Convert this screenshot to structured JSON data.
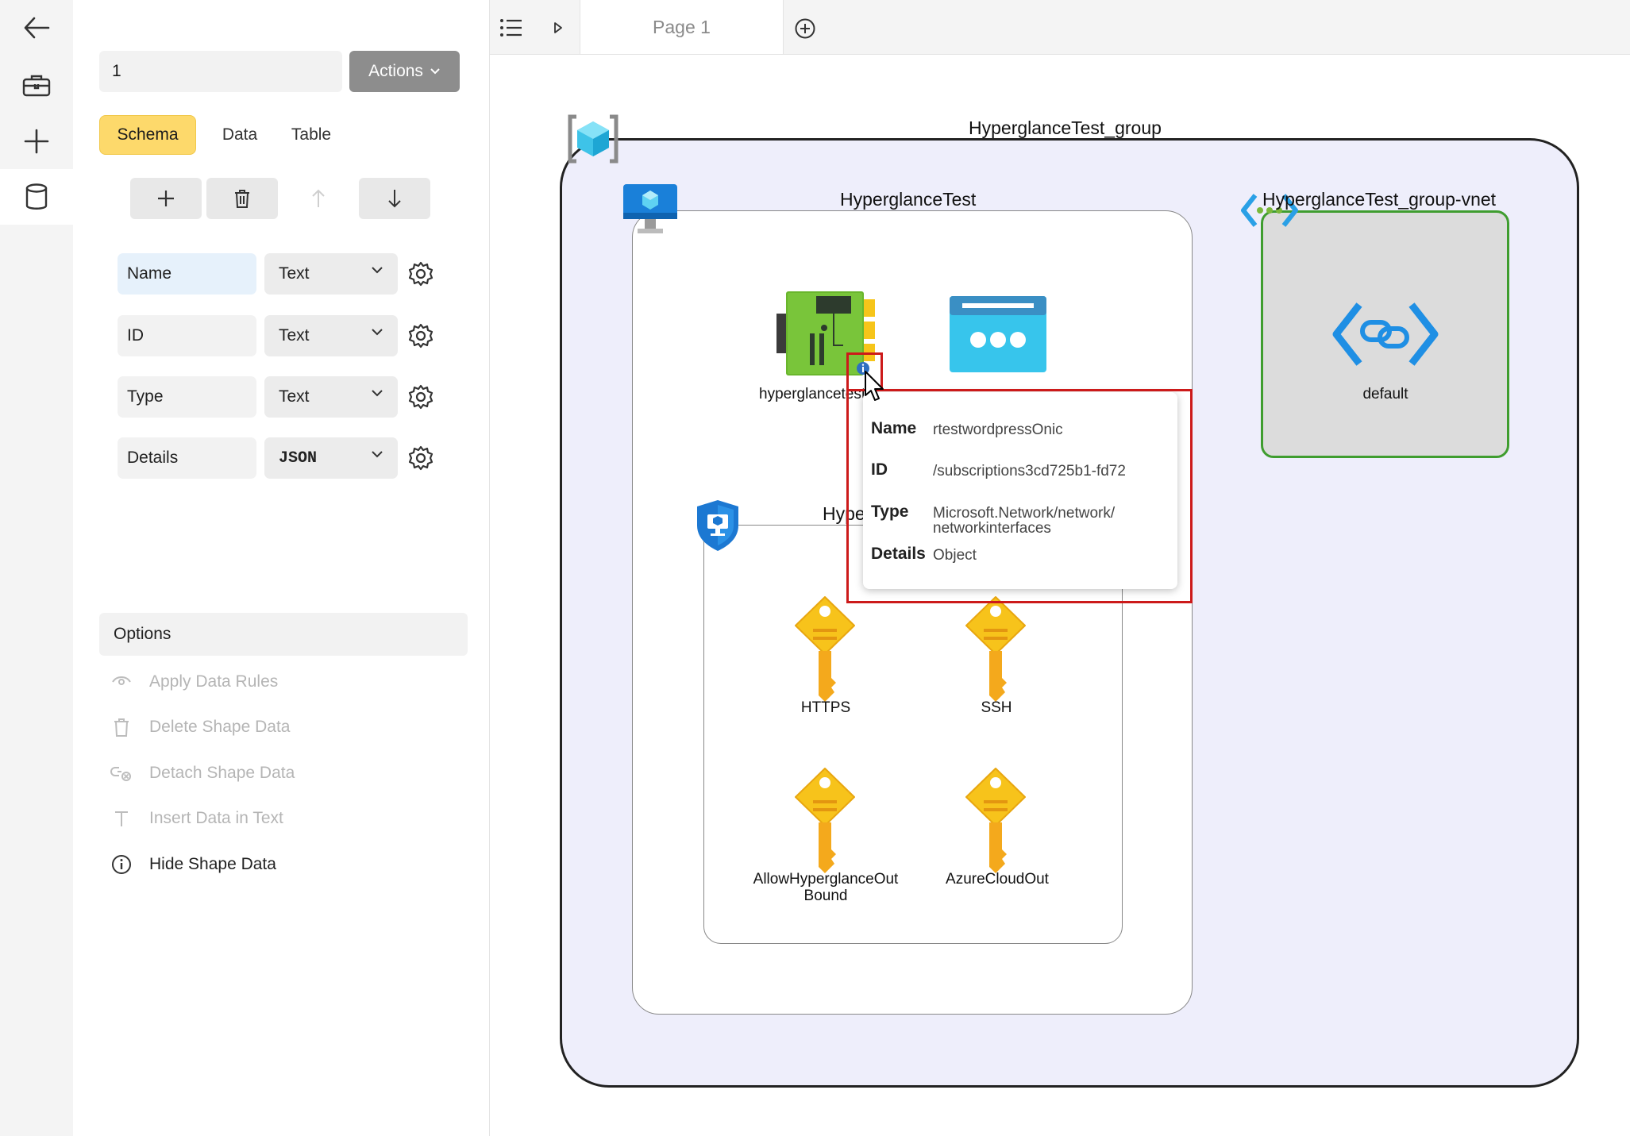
{
  "rail": {
    "icons": [
      "back-arrow-icon",
      "toolbox-icon",
      "plus-icon",
      "database-icon"
    ]
  },
  "panel": {
    "dataset_value": "1",
    "actions_label": "Actions",
    "tabs": [
      {
        "label": "Schema",
        "selected": true
      },
      {
        "label": "Data",
        "selected": false
      },
      {
        "label": "Table",
        "selected": false
      }
    ],
    "schema_rows": [
      {
        "name": "Name",
        "type": "Text"
      },
      {
        "name": "ID",
        "type": "Text"
      },
      {
        "name": "Type",
        "type": "Text"
      },
      {
        "name": "Details",
        "type": "JSON"
      }
    ],
    "options_header": "Options",
    "options": [
      {
        "label": "Apply Data Rules",
        "icon": "eye-icon",
        "enabled": false
      },
      {
        "label": "Delete Shape Data",
        "icon": "trash-icon",
        "enabled": false
      },
      {
        "label": "Detach Shape Data",
        "icon": "detach-link-icon",
        "enabled": false
      },
      {
        "label": "Insert Data in Text",
        "icon": "text-icon",
        "enabled": false
      },
      {
        "label": "Hide Shape Data",
        "icon": "info-icon",
        "enabled": true
      }
    ]
  },
  "canvas": {
    "page_tab": "Page 1",
    "resource_group_label": "HyperglanceTest_group",
    "vm_label": "HyperglanceTest",
    "vnet_label": "HyperglanceTest_group-vnet",
    "nsg_label_partial": "Hype",
    "nic_label": "hyperglancetest",
    "subnet_label": "default",
    "rules": [
      "HTTPS",
      "SSH",
      "AllowHyperglanceOutBound",
      "AzureCloudOut"
    ],
    "colors": {
      "group_fill": "#eeeefb",
      "vnet_border": "#3f9d2f",
      "highlight": "#cc1a1a"
    }
  },
  "tooltip": {
    "rows": [
      {
        "key": "Name",
        "value": "rtestwordpressOnic"
      },
      {
        "key": "ID",
        "value": "/subscriptions3cd725b1-fd72"
      },
      {
        "key": "Type",
        "value": "Microsoft.Network/network/ networkinterfaces"
      },
      {
        "key": "Details",
        "value": "Object"
      }
    ]
  }
}
